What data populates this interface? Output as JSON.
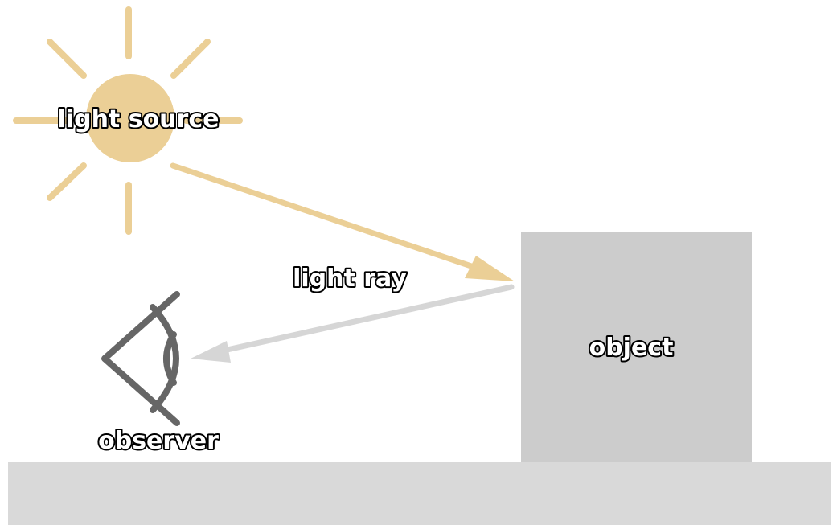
{
  "labels": {
    "light_source": "light source",
    "light_ray": "light ray",
    "object": "object",
    "observer": "observer"
  },
  "colors": {
    "sun": "#ebcf96",
    "incoming_ray": "#ebcf96",
    "reflected_ray": "#d6d6d6",
    "object": "#cccccc",
    "ground": "#d9d9d9",
    "eye": "#666666",
    "label_fill": "#ffffff",
    "label_outline": "#000000"
  },
  "icons": {
    "sun": "sun-icon",
    "eye": "eye-icon"
  }
}
